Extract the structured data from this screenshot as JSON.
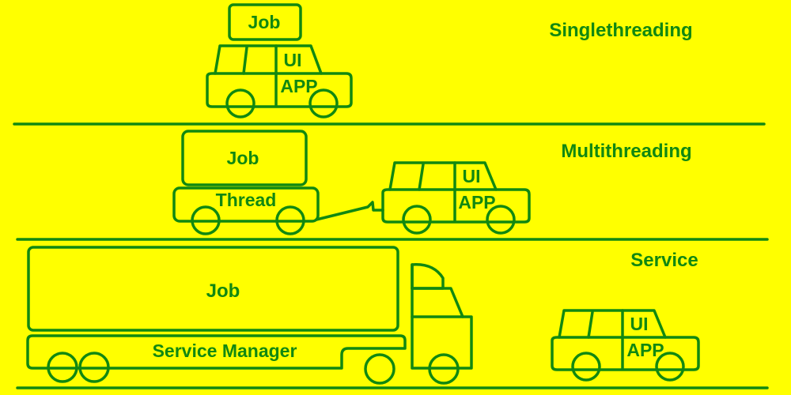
{
  "colors": {
    "background": "#ffff00",
    "ink": "#118811"
  },
  "sections": {
    "singlethreading": {
      "title": "Singlethreading",
      "cargo_label": "Job",
      "car_window_label": "UI",
      "car_body_label": "APP"
    },
    "multithreading": {
      "title": "Multithreading",
      "cargo_label": "Job",
      "trailer_label": "Thread",
      "car_window_label": "UI",
      "car_body_label": "APP"
    },
    "service": {
      "title": "Service",
      "cargo_label": "Job",
      "trailer_label": "Service Manager",
      "car_window_label": "UI",
      "car_body_label": "APP"
    }
  }
}
